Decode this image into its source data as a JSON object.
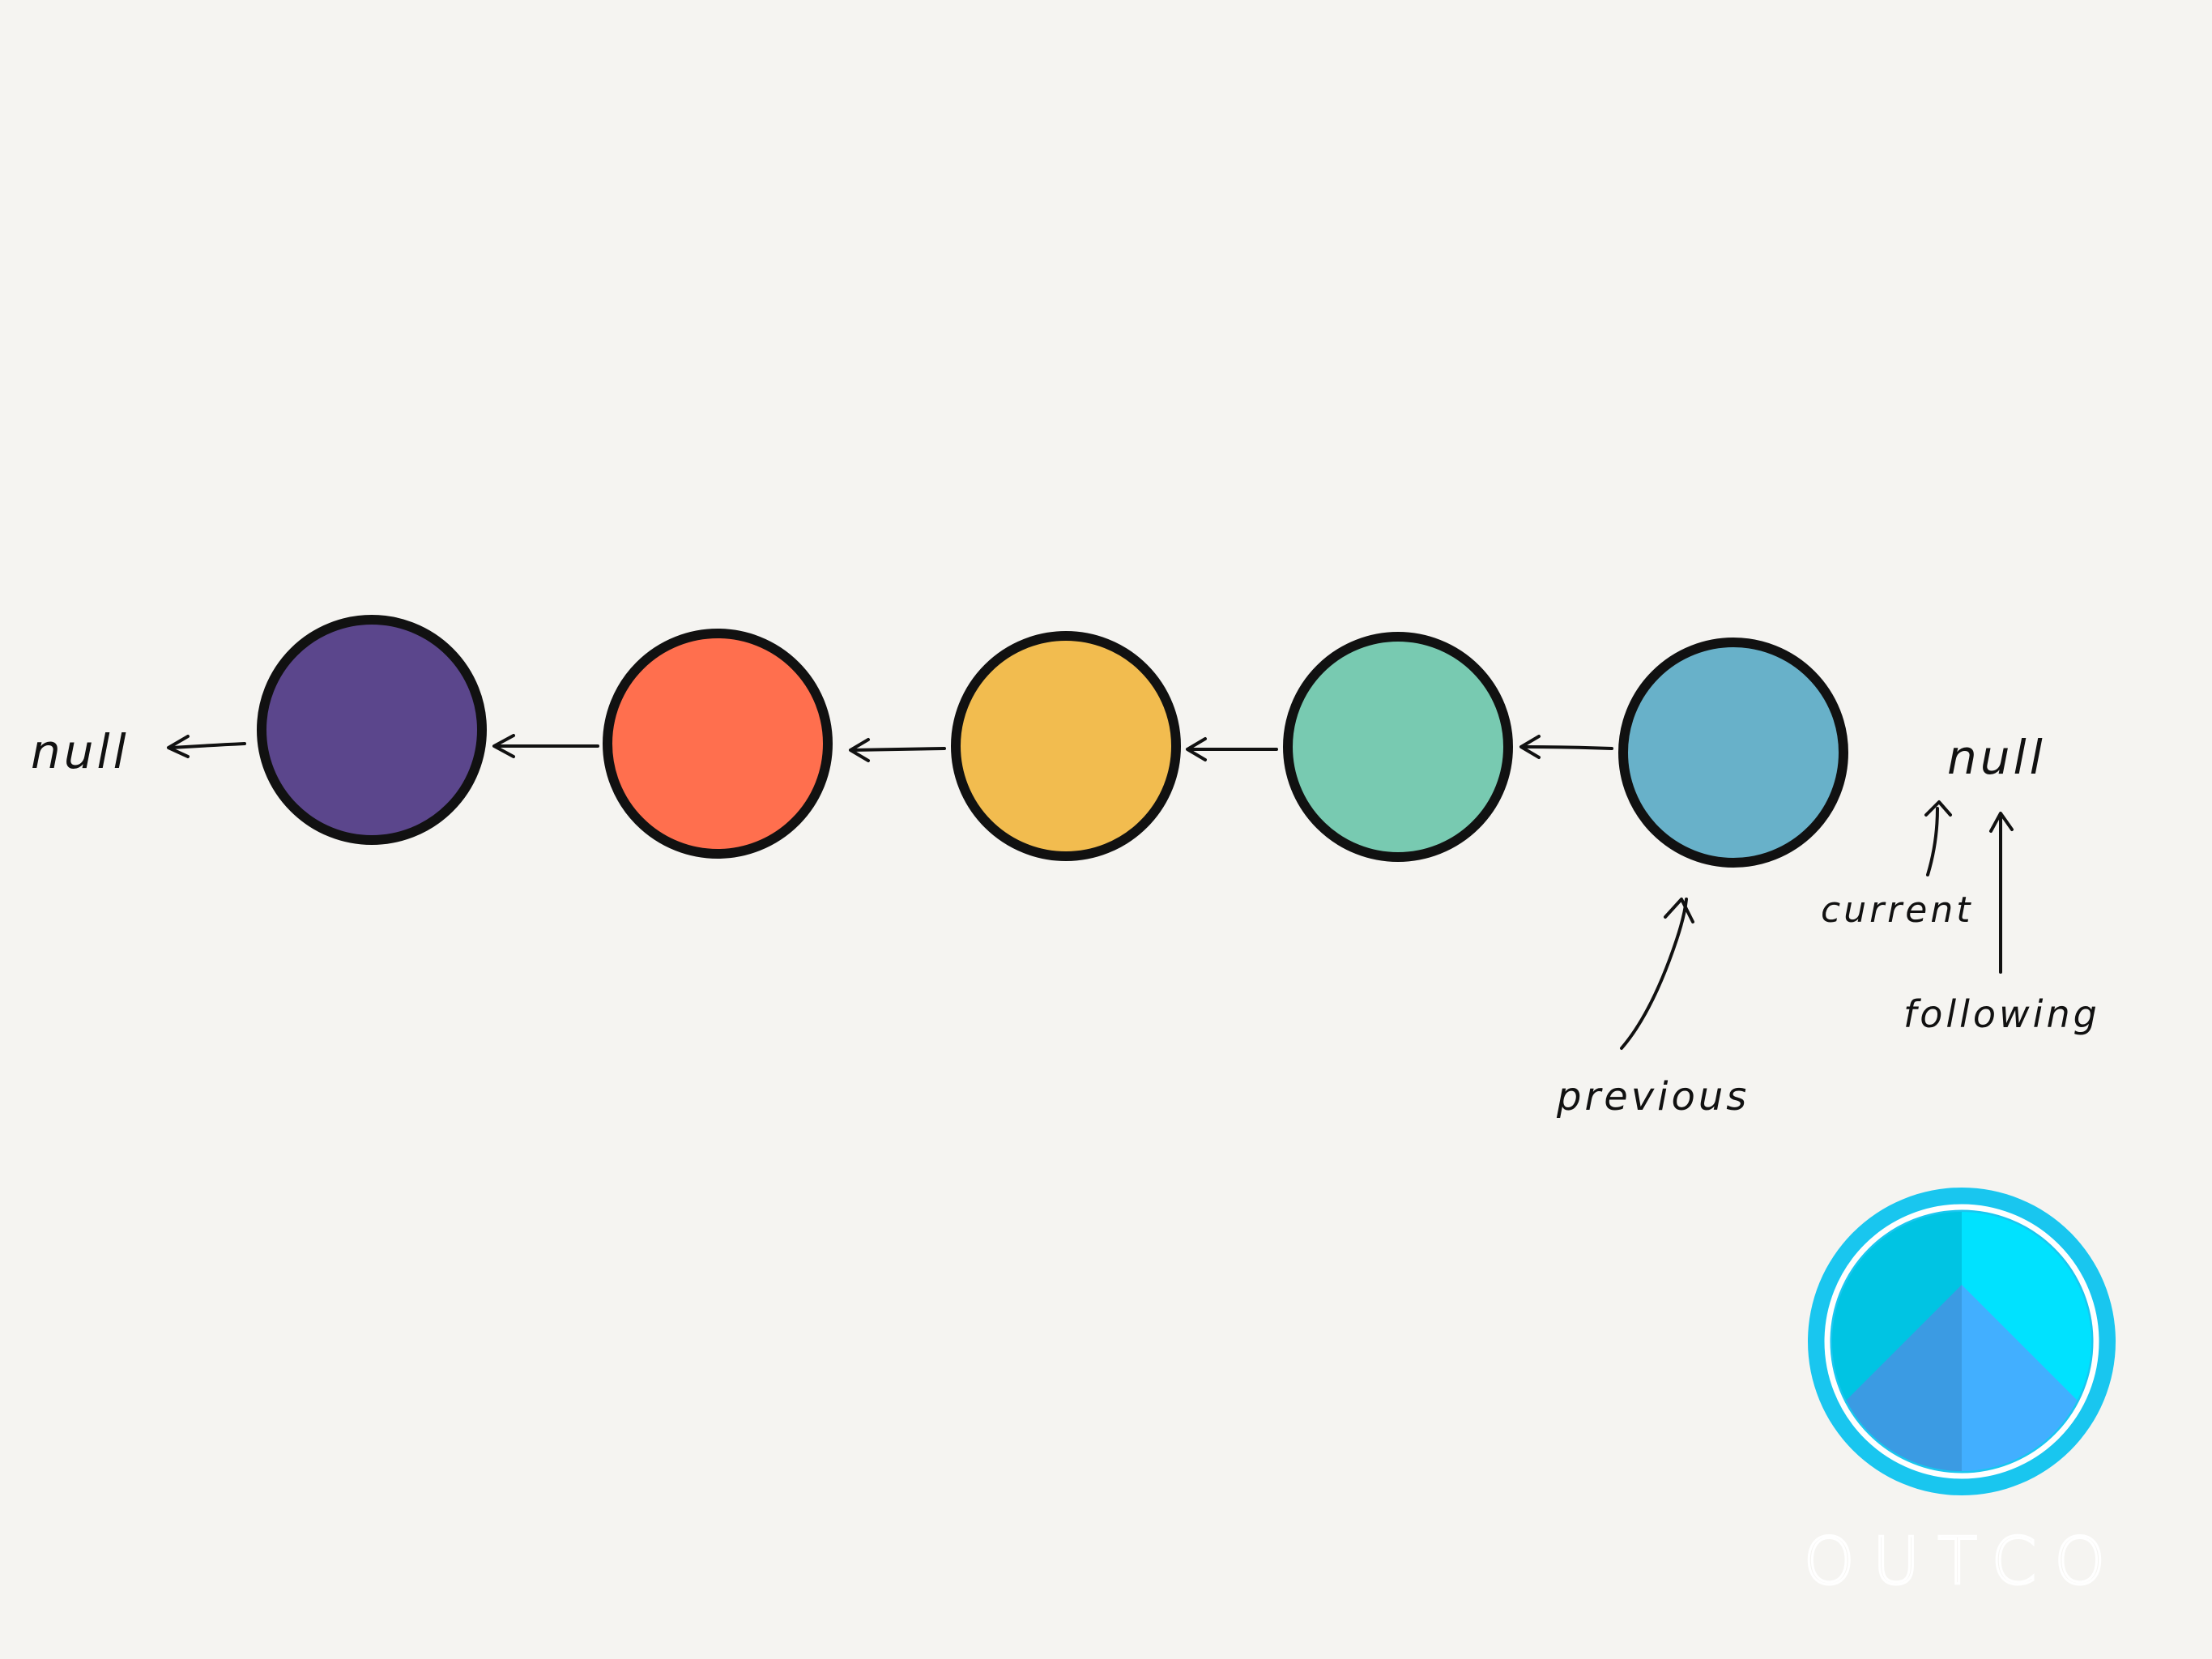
{
  "labels": {
    "null_left": "null",
    "null_right": "null",
    "current": "current",
    "following": "following",
    "previous": "previous"
  },
  "nodes": [
    {
      "color": "#5b468c"
    },
    {
      "color": "#ff6f4e"
    },
    {
      "color": "#f2bc4f"
    },
    {
      "color": "#78cab1"
    },
    {
      "color": "#68b1c9"
    }
  ],
  "logo": {
    "text": "OUTCO",
    "colors": {
      "ring_outer": "#19c6ef",
      "ring_inner": "#ffffff",
      "top_left": "#00c4e3",
      "top_right": "#00e2ff",
      "bottom_left": "#3b9be3",
      "bottom_right": "#42afff"
    }
  }
}
